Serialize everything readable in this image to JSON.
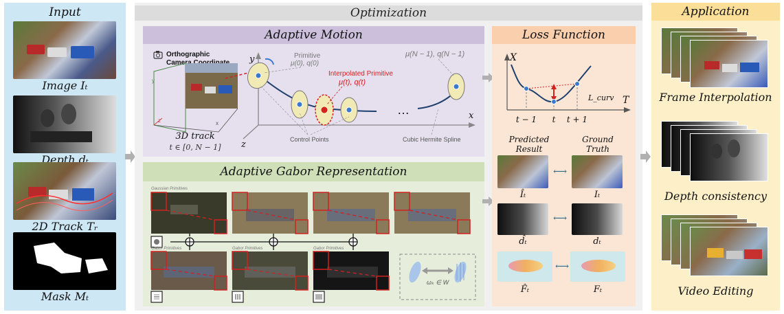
{
  "input": {
    "title": "Input",
    "labels": [
      "Image Iₜ",
      "Depth dₜ",
      "2D Track Tᵣ",
      "Mask Mₜ"
    ]
  },
  "optimization": {
    "title": "Optimization",
    "motion": {
      "title": "Adaptive Motion",
      "camera_label_1": "Orthographic",
      "camera_label_2": "Camera Coordinate",
      "track_label": "3D track",
      "track_range": "t ∈ [0, N − 1]",
      "primitive_label": "Primitive",
      "primitive_formula": "μ(0), q(0)",
      "last_formula": "μ(N − 1), q(N − 1)",
      "interp_label": "Interpolated Primitive",
      "interp_formula": "μ(t), q(t)",
      "control_points": "Control Points",
      "spline": "Cubic Hermite Spline",
      "axis_x": "x",
      "axis_y": "y",
      "axis_z": "z",
      "dots": "…"
    },
    "gabor": {
      "title": "Adaptive Gabor Representation",
      "gaussian_label": "Gaussian Primitives",
      "gabor_label": "Gabor Primitives",
      "omega": "ωₖ ∈ W"
    },
    "loss": {
      "title": "Loss Function",
      "axis_y": "X",
      "axis_x": "T",
      "curve_label": "L_curv",
      "ticks": [
        "t − 1",
        "t",
        "t + 1"
      ],
      "pred_header": "Predicted Result",
      "gt_header": "Ground Truth",
      "pairs": [
        {
          "pred": "Îₜ",
          "gt": "Iₜ"
        },
        {
          "pred": "d̂ₜ",
          "gt": "dₜ"
        },
        {
          "pred": "F̂ₜ",
          "gt": "Fₜ"
        }
      ]
    }
  },
  "application": {
    "title": "Application",
    "items": [
      "Frame Interpolation",
      "Depth consistency",
      "Video Editing"
    ]
  },
  "colors": {
    "input_bg": "#cde7f5",
    "opt_bg": "#f0f0f0",
    "motion_bg": "#e6e0ee",
    "gabor_bg": "#e6eedb",
    "loss_bg": "#fbe6d6",
    "app_bg": "#fdf0c8",
    "accent_red": "#d32020",
    "primitive_fill": "#f1eab5"
  }
}
